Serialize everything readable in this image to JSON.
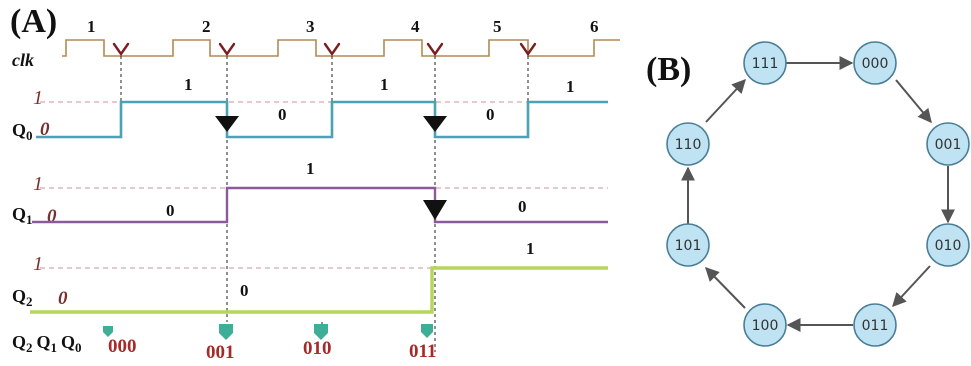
{
  "panel_a": {
    "label": "(A)",
    "clock_label": "clk",
    "clock_ticks": [
      "1",
      "2",
      "3",
      "4",
      "5",
      "6"
    ],
    "signals": {
      "q0": {
        "name": "Q",
        "sub": "0",
        "level_one": "1",
        "level_zero": "0",
        "values": [
          "1",
          "0",
          "1",
          "0",
          "1"
        ],
        "color": "#4aa3b5"
      },
      "q1": {
        "name": "Q",
        "sub": "1",
        "level_one": "1",
        "level_zero": "0",
        "values": [
          "0",
          "1",
          "0"
        ],
        "color": "#8b5a9b"
      },
      "q2": {
        "name": "Q",
        "sub": "2",
        "level_one": "1",
        "level_zero": "0",
        "values": [
          "0",
          "1"
        ],
        "color": "#b5d65a"
      }
    },
    "state_row": {
      "label_q2": "Q",
      "label_q2_sub": "2",
      "label_q1": "Q",
      "label_q1_sub": "1",
      "label_q0": "Q",
      "label_q0_sub": "0",
      "codes": [
        "000",
        "001",
        "010",
        "011"
      ],
      "marker_color": "#3fae96"
    },
    "clock_color": "#b08a55",
    "edge_marker_color": "#7a1f1f"
  },
  "panel_b": {
    "label": "(B)",
    "node_fill": "#bfe3f2",
    "node_stroke": "#4a7d96",
    "states": [
      "000",
      "001",
      "010",
      "011",
      "100",
      "101",
      "110",
      "111"
    ]
  }
}
